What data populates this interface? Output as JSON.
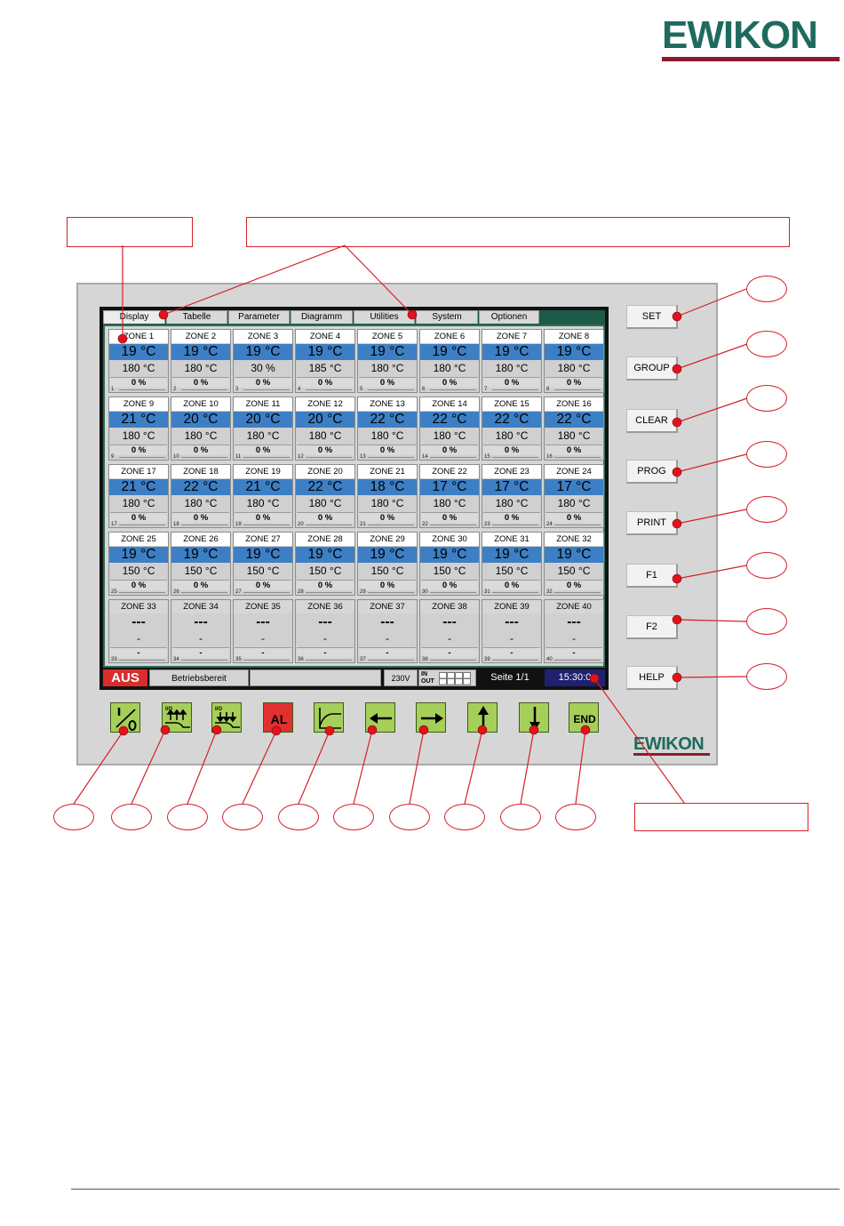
{
  "logo": {
    "text": "EWIKON"
  },
  "device_logo": {
    "text": "EWIKON"
  },
  "tabs": [
    "Display",
    "Tabelle",
    "Parameter",
    "Diagramm",
    "Utilities",
    "System",
    "Optionen"
  ],
  "zones": [
    {
      "name": "ZONE 1",
      "actual": "19 °C",
      "setpoint": "180 °C",
      "power": "0 %",
      "num": "1"
    },
    {
      "name": "ZONE 2",
      "actual": "19 °C",
      "setpoint": "180 °C",
      "power": "0 %",
      "num": "2"
    },
    {
      "name": "ZONE 3",
      "actual": "19 °C",
      "setpoint": "30 %",
      "power": "0 %",
      "num": "3"
    },
    {
      "name": "ZONE 4",
      "actual": "19 °C",
      "setpoint": "185 °C",
      "power": "0 %",
      "num": "4"
    },
    {
      "name": "ZONE 5",
      "actual": "19 °C",
      "setpoint": "180 °C",
      "power": "0 %",
      "num": "5"
    },
    {
      "name": "ZONE 6",
      "actual": "19 °C",
      "setpoint": "180 °C",
      "power": "0 %",
      "num": "6"
    },
    {
      "name": "ZONE 7",
      "actual": "19 °C",
      "setpoint": "180 °C",
      "power": "0 %",
      "num": "7"
    },
    {
      "name": "ZONE 8",
      "actual": "19 °C",
      "setpoint": "180 °C",
      "power": "0 %",
      "num": "8"
    },
    {
      "name": "ZONE 9",
      "actual": "21 °C",
      "setpoint": "180 °C",
      "power": "0 %",
      "num": "9"
    },
    {
      "name": "ZONE 10",
      "actual": "20 °C",
      "setpoint": "180 °C",
      "power": "0 %",
      "num": "10"
    },
    {
      "name": "ZONE 11",
      "actual": "20 °C",
      "setpoint": "180 °C",
      "power": "0 %",
      "num": "11"
    },
    {
      "name": "ZONE 12",
      "actual": "20 °C",
      "setpoint": "180 °C",
      "power": "0 %",
      "num": "12"
    },
    {
      "name": "ZONE 13",
      "actual": "22 °C",
      "setpoint": "180 °C",
      "power": "0 %",
      "num": "13"
    },
    {
      "name": "ZONE 14",
      "actual": "22 °C",
      "setpoint": "180 °C",
      "power": "0 %",
      "num": "14"
    },
    {
      "name": "ZONE 15",
      "actual": "22 °C",
      "setpoint": "180 °C",
      "power": "0 %",
      "num": "15"
    },
    {
      "name": "ZONE 16",
      "actual": "22 °C",
      "setpoint": "180 °C",
      "power": "0 %",
      "num": "16"
    },
    {
      "name": "ZONE 17",
      "actual": "21 °C",
      "setpoint": "180 °C",
      "power": "0 %",
      "num": "17"
    },
    {
      "name": "ZONE 18",
      "actual": "22 °C",
      "setpoint": "180 °C",
      "power": "0 %",
      "num": "18"
    },
    {
      "name": "ZONE 19",
      "actual": "21 °C",
      "setpoint": "180 °C",
      "power": "0 %",
      "num": "19"
    },
    {
      "name": "ZONE 20",
      "actual": "22 °C",
      "setpoint": "180 °C",
      "power": "0 %",
      "num": "20"
    },
    {
      "name": "ZONE 21",
      "actual": "18 °C",
      "setpoint": "180 °C",
      "power": "0 %",
      "num": "21"
    },
    {
      "name": "ZONE 22",
      "actual": "17 °C",
      "setpoint": "180 °C",
      "power": "0 %",
      "num": "22"
    },
    {
      "name": "ZONE 23",
      "actual": "17 °C",
      "setpoint": "180 °C",
      "power": "0 %",
      "num": "23"
    },
    {
      "name": "ZONE 24",
      "actual": "17 °C",
      "setpoint": "180 °C",
      "power": "0 %",
      "num": "24"
    },
    {
      "name": "ZONE 25",
      "actual": "19 °C",
      "setpoint": "150 °C",
      "power": "0 %",
      "num": "25"
    },
    {
      "name": "ZONE 26",
      "actual": "19 °C",
      "setpoint": "150 °C",
      "power": "0 %",
      "num": "26"
    },
    {
      "name": "ZONE 27",
      "actual": "19 °C",
      "setpoint": "150 °C",
      "power": "0 %",
      "num": "27"
    },
    {
      "name": "ZONE 28",
      "actual": "19 °C",
      "setpoint": "150 °C",
      "power": "0 %",
      "num": "28"
    },
    {
      "name": "ZONE 29",
      "actual": "19 °C",
      "setpoint": "150 °C",
      "power": "0 %",
      "num": "29"
    },
    {
      "name": "ZONE 30",
      "actual": "19 °C",
      "setpoint": "150 °C",
      "power": "0 %",
      "num": "30"
    },
    {
      "name": "ZONE 31",
      "actual": "19 °C",
      "setpoint": "150 °C",
      "power": "0 %",
      "num": "31"
    },
    {
      "name": "ZONE 32",
      "actual": "19 °C",
      "setpoint": "150 °C",
      "power": "0 %",
      "num": "32"
    },
    {
      "name": "ZONE 33",
      "actual": "---",
      "setpoint": "-",
      "power": "-",
      "num": "33"
    },
    {
      "name": "ZONE 34",
      "actual": "---",
      "setpoint": "-",
      "power": "-",
      "num": "34"
    },
    {
      "name": "ZONE 35",
      "actual": "---",
      "setpoint": "-",
      "power": "-",
      "num": "35"
    },
    {
      "name": "ZONE 36",
      "actual": "---",
      "setpoint": "-",
      "power": "-",
      "num": "36"
    },
    {
      "name": "ZONE 37",
      "actual": "---",
      "setpoint": "-",
      "power": "-",
      "num": "37"
    },
    {
      "name": "ZONE 38",
      "actual": "---",
      "setpoint": "-",
      "power": "-",
      "num": "38"
    },
    {
      "name": "ZONE 39",
      "actual": "---",
      "setpoint": "-",
      "power": "-",
      "num": "39"
    },
    {
      "name": "ZONE 40",
      "actual": "---",
      "setpoint": "-",
      "power": "-",
      "num": "40"
    }
  ],
  "status": {
    "mode": "AUS",
    "message": "Betriebsbereit",
    "voltage": "230V",
    "io_in": "IN",
    "io_out": "OUT",
    "page": "Seite 1/1",
    "time": "15:30:0"
  },
  "side_buttons": [
    "SET",
    "GROUP",
    "CLEAR",
    "PROG",
    "PRINT",
    "F1",
    "F2",
    "HELP"
  ],
  "function_keys": [
    {
      "icon": "power-on-off-icon",
      "label": ""
    },
    {
      "icon": "boost-up-icon",
      "label": "I/O"
    },
    {
      "icon": "lower-down-icon",
      "label": "I/O"
    },
    {
      "icon": "alarm-icon",
      "label": "AL"
    },
    {
      "icon": "curve-icon",
      "label": ""
    },
    {
      "icon": "arrow-left-icon",
      "label": ""
    },
    {
      "icon": "arrow-right-icon",
      "label": ""
    },
    {
      "icon": "arrow-up-icon",
      "label": ""
    },
    {
      "icon": "arrow-down-icon",
      "label": ""
    },
    {
      "icon": "end-icon",
      "label": "END"
    }
  ],
  "colors": {
    "brand_green": "#1e6b5e",
    "brand_red": "#8a1c2c",
    "callout_red": "#d52028",
    "zone_blue": "#3d7fc5",
    "key_green": "#a6cf5a",
    "alarm_red": "#e03030"
  }
}
